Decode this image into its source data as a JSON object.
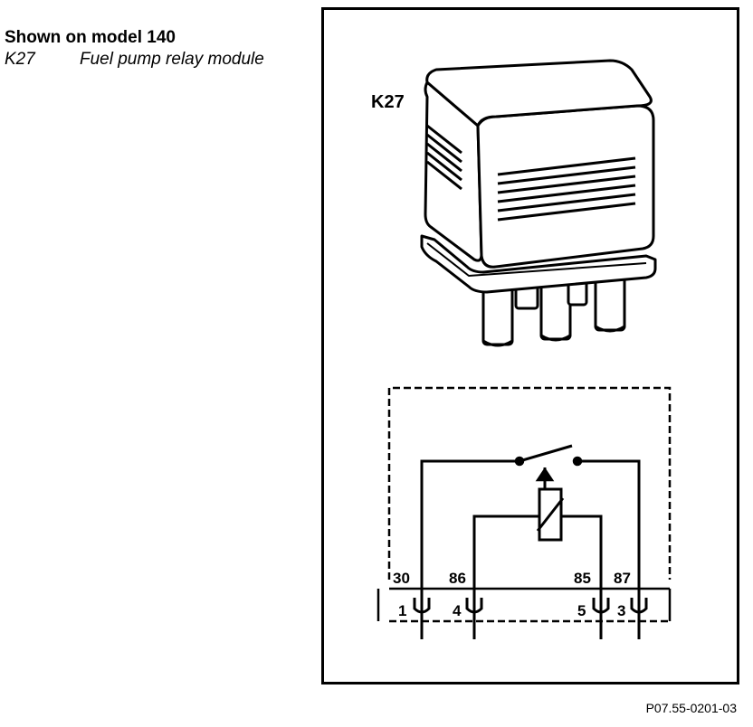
{
  "caption": {
    "title": "Shown on model 140",
    "items": [
      {
        "code": "K27",
        "description": "Fuel pump relay module"
      }
    ]
  },
  "diagram": {
    "component_label": "K27",
    "terminal_labels": [
      "30",
      "86",
      "85",
      "87"
    ],
    "pin_numbers": [
      "1",
      "4",
      "5",
      "3"
    ]
  },
  "figure_id": "P07.55-0201-03"
}
